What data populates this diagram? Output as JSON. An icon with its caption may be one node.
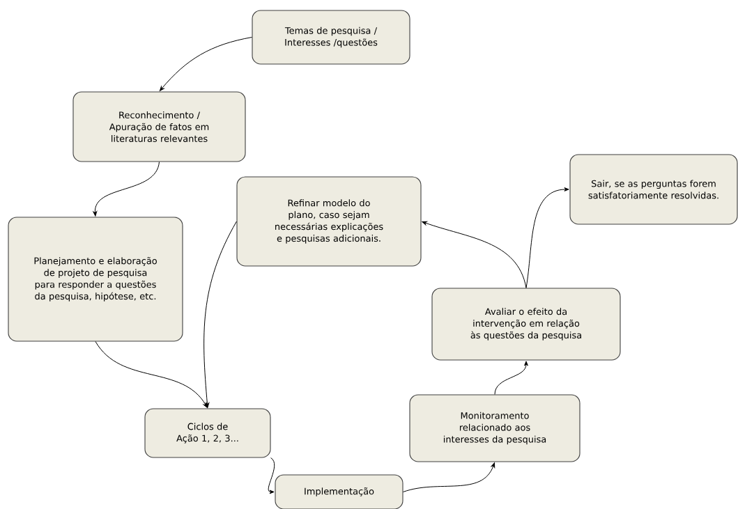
{
  "diagram": {
    "nodes": [
      {
        "text": [
          "Temas de pesquisa / Interesses /questões"
        ]
      },
      {
        "text": [
          "Reconhecimento / Apuração de fatos em literaturas relevantes"
        ]
      },
      {
        "text": [
          "Planejamento e elaboração de projeto de pesquisa para responder a questões da pesquisa, hipótese, etc."
        ]
      },
      {
        "text": [
          "Ciclos de Ação 1, 2, 3..."
        ]
      },
      {
        "text": [
          "Implementação"
        ]
      },
      {
        "text": [
          "Monitoramento relacionado aos interesses da pesquisa"
        ]
      },
      {
        "text": [
          "Avaliar o efeito da intervenção em relação às questões da pesquisa"
        ]
      },
      {
        "text": [
          "Refinar modelo do plano, caso sejam necessárias explicações e pesquisas adicionais."
        ]
      },
      {
        "text": [
          "Sair, se as perguntas forem satisfatoriamente resolvidas."
        ]
      }
    ],
    "edges": [
      {
        "from": 0,
        "to": 1,
        "arrow": "to"
      },
      {
        "from": 1,
        "to": 2,
        "arrow": "to"
      },
      {
        "from": 2,
        "to": 3,
        "arrow": "to"
      },
      {
        "from": 7,
        "to": 3,
        "arrow": "to"
      },
      {
        "from": 3,
        "to": 4,
        "arrow": "to"
      },
      {
        "from": 4,
        "to": 5,
        "arrow": "to"
      },
      {
        "from": 5,
        "to": 6,
        "arrow": "to"
      },
      {
        "from": 6,
        "to": 7,
        "arrow": "to"
      },
      {
        "from": 6,
        "to": 8,
        "arrow": "to"
      }
    ]
  }
}
